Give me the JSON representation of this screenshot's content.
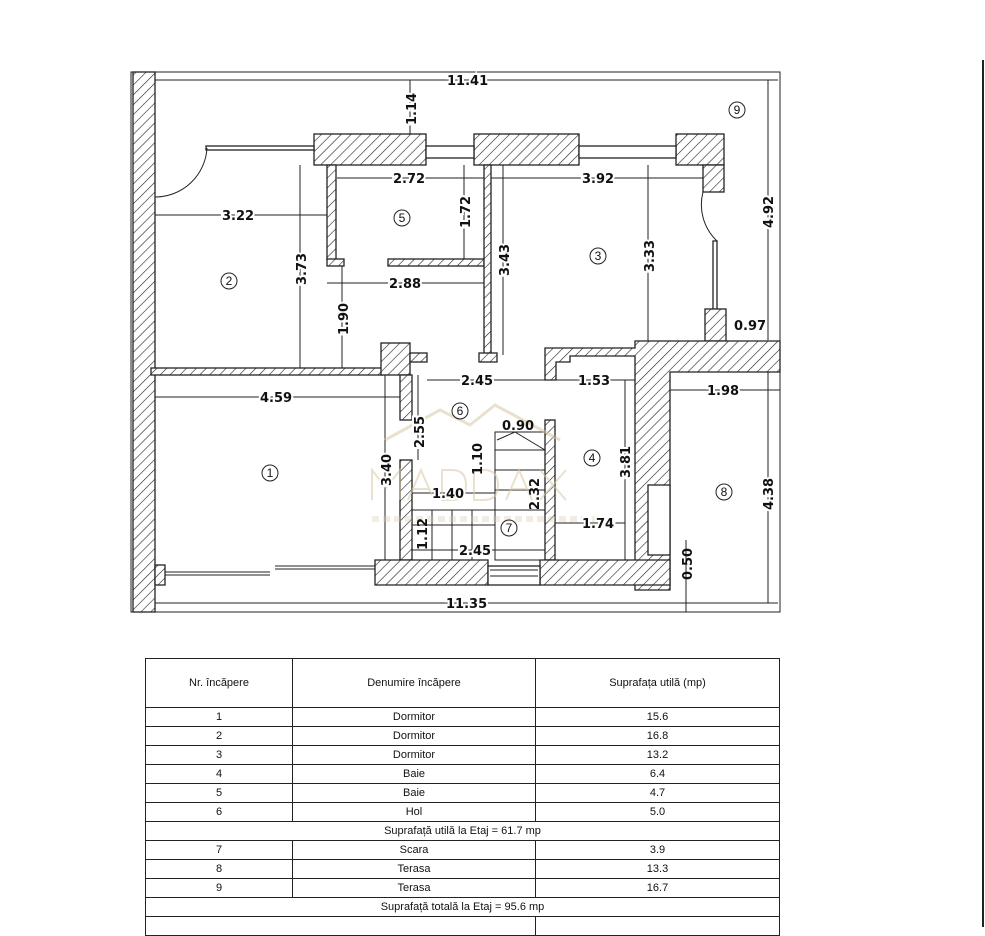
{
  "plan": {
    "dims": [
      "11.41",
      "1.14",
      "2.72",
      "3.92",
      "4.92",
      "3.22",
      "1.72",
      "3.73",
      "3.43",
      "3.33",
      "2.88",
      "1.90",
      "0.97",
      "2.45",
      "1.53",
      "4.59",
      "1.98",
      "2.55",
      "0.90",
      "3.40",
      "1.10",
      "3.81",
      "1.40",
      "2.32",
      "4.38",
      "1.74",
      "1.12",
      "2.45",
      "0.50",
      "11.35"
    ],
    "rooms": [
      "1",
      "2",
      "3",
      "4",
      "5",
      "6",
      "7",
      "8",
      "9"
    ],
    "watermark": {
      "brand": "MADDAX",
      "tagline": "LUXURY PROPERTIES"
    }
  },
  "table": {
    "headers": [
      "Nr. încăpere",
      "Denumire încăpere",
      "Suprafața utilă (mp)"
    ],
    "rows_a": [
      {
        "nr": "1",
        "name": "Dormitor",
        "area": "15.6"
      },
      {
        "nr": "2",
        "name": "Dormitor",
        "area": "16.8"
      },
      {
        "nr": "3",
        "name": "Dormitor",
        "area": "13.2"
      },
      {
        "nr": "4",
        "name": "Baie",
        "area": "6.4"
      },
      {
        "nr": "5",
        "name": "Baie",
        "area": "4.7"
      },
      {
        "nr": "6",
        "name": "Hol",
        "area": "5.0"
      }
    ],
    "subtotal": "Suprafață utilă la Etaj = 61.7 mp",
    "rows_b": [
      {
        "nr": "7",
        "name": "Scara",
        "area": "3.9"
      },
      {
        "nr": "8",
        "name": "Terasa",
        "area": "13.3"
      },
      {
        "nr": "9",
        "name": "Terasa",
        "area": "16.7"
      }
    ],
    "total": "Suprafață totală la Etaj = 95.6 mp"
  }
}
